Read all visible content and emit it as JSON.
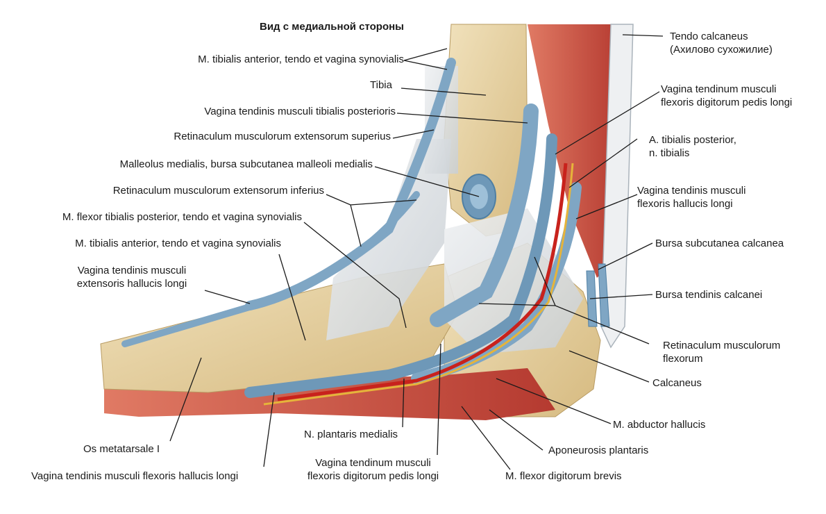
{
  "title": "Вид с медиальной стороны",
  "labels": {
    "tibialis_anterior_top": "M. tibialis anterior, tendo et vagina synovialis",
    "tibia": "Tibia",
    "vagina_tib_post": "Vagina tendinis musculi tibialis posterioris",
    "retinaculum_ext_sup": "Retinaculum musculorum extensorum superius",
    "malleolus": "Malleolus medialis, bursa subcutanea malleoli medialis",
    "retinaculum_ext_inf": "Retinaculum musculorum extensorum inferius",
    "flexor_tib_post": "M. flexor tibialis posterior, tendo et vagina synovialis",
    "tibialis_anterior_low": "M. tibialis anterior, tendo et vagina synovialis",
    "vagina_ext_hallucis_1": "Vagina tendinis musculi",
    "vagina_ext_hallucis_2": "extensoris hallucis longi",
    "tendo_calcaneus_1": "Tendo calcaneus",
    "tendo_calcaneus_2": "(Ахилово сухожилие)",
    "vagina_flex_dig_1": "Vagina tendinum musculi",
    "vagina_flex_dig_2": "flexoris digitorum pedis longi",
    "a_tibialis_1": "A. tibialis posterior,",
    "a_tibialis_2": "n. tibialis",
    "vagina_flex_hall_1": "Vagina tendinis musculi",
    "vagina_flex_hall_2": "flexoris hallucis longi",
    "bursa_subcutanea": "Bursa subcutanea calcanea",
    "bursa_tendinis": "Bursa tendinis calcanei",
    "retinaculum_flex_1": "Retinaculum musculorum",
    "retinaculum_flex_2": "flexorum",
    "calcaneus": "Calcaneus",
    "abductor": "M. abductor hallucis",
    "aponeurosis": "Aponeurosis plantaris",
    "flexor_brevis": "M. flexor digitorum brevis",
    "os_metatarsale": "Os metatarsale I",
    "vagina_flex_hall_bottom": "Vagina tendinis musculi flexoris hallucis longi",
    "n_plantaris": "N. plantaris medialis",
    "vagina_flex_dig_bottom_1": "Vagina tendinum musculi",
    "vagina_flex_dig_bottom_2": "flexoris digitorum pedis longi"
  },
  "colors": {
    "bone": "#e8d4a6",
    "bone_shadow": "#c9aa6e",
    "muscle": "#c8463c",
    "sheath": "#7fa6c4",
    "sheath_dark": "#4f7fa3",
    "ligament": "#dfe3e6",
    "artery": "#c8221c",
    "nerve": "#e6b43a",
    "leader": "#1a1a1a"
  }
}
